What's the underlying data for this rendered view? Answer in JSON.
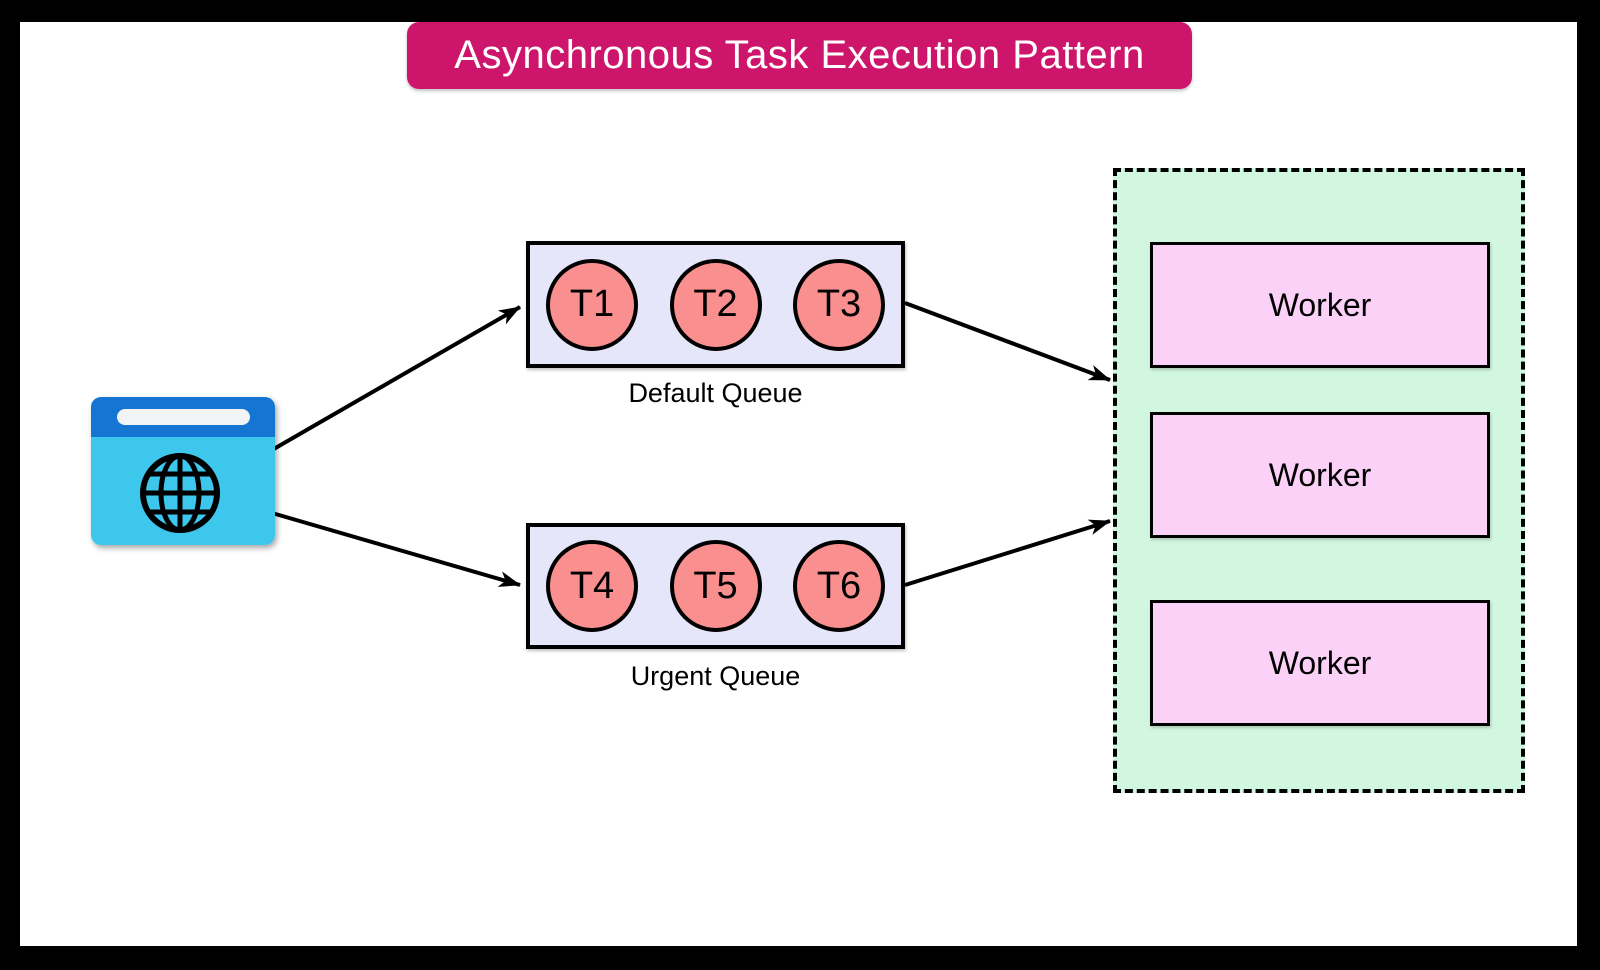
{
  "title": {
    "text": "Asynchronous Task Execution Pattern"
  },
  "client": {
    "icon": "web-browser-globe-icon"
  },
  "queues": [
    {
      "label": "Default Queue",
      "tasks": [
        "T1",
        "T2",
        "T3"
      ]
    },
    {
      "label": "Urgent Queue",
      "tasks": [
        "T4",
        "T5",
        "T6"
      ]
    }
  ],
  "worker_pool": {
    "workers": [
      {
        "label": "Worker"
      },
      {
        "label": "Worker"
      },
      {
        "label": "Worker"
      }
    ]
  },
  "colors": {
    "frame": "#000000",
    "canvas": "#FFFFFF",
    "banner_bg": "#CE156C",
    "banner_text": "#FFFFFF",
    "queue_fill": "#E6E6FA",
    "task_fill": "#F9908F",
    "pool_fill": "#D2F7E1",
    "worker_fill": "#FBD1F7",
    "browser_top": "#1476D2",
    "browser_body": "#3DC7ED",
    "outline": "#000000"
  }
}
